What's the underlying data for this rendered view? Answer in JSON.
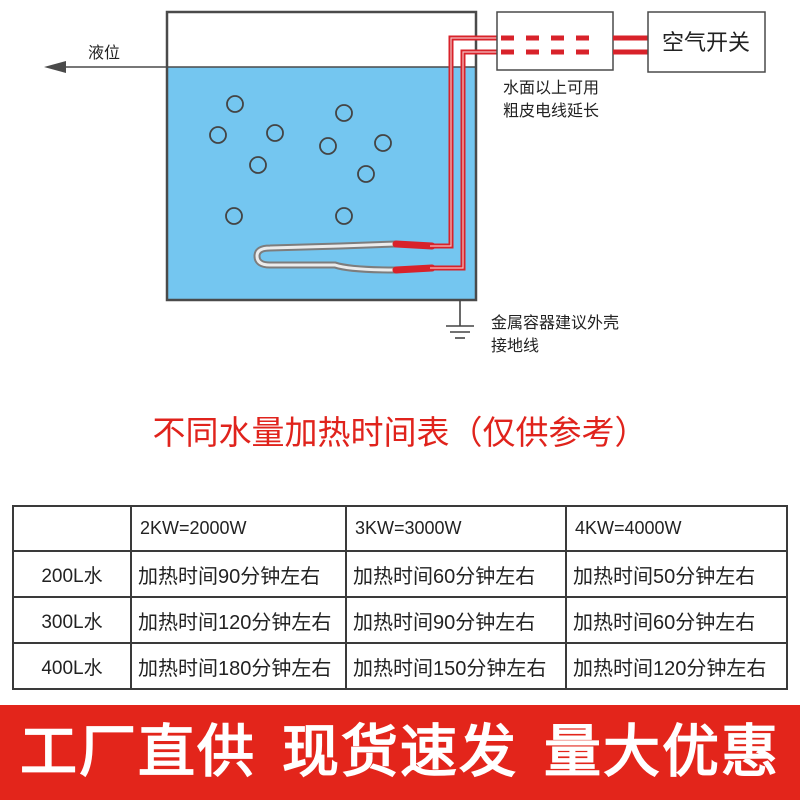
{
  "diagram": {
    "level_label": "液位",
    "extension_note": [
      "水面以上可用",
      "粗皮电线延长"
    ],
    "breaker_label": "空气开关",
    "ground_note": [
      "金属容器建议外壳",
      "接地线"
    ]
  },
  "title": "不同水量加热时间表（仅供参考）",
  "table": {
    "headers": [
      "2KW=2000W",
      "3KW=3000W",
      "4KW=4000W"
    ],
    "rows": [
      {
        "label": "200L水",
        "cells": [
          "加热时间90分钟左右",
          "加热时间60分钟左右",
          "加热时间50分钟左右"
        ]
      },
      {
        "label": "300L水",
        "cells": [
          "加热时间120分钟左右",
          "加热时间90分钟左右",
          "加热时间60分钟左右"
        ]
      },
      {
        "label": "400L水",
        "cells": [
          "加热时间180分钟左右",
          "加热时间150分钟左右",
          "加热时间120分钟左右"
        ]
      }
    ]
  },
  "banner": [
    "工厂直供",
    "现货速发",
    "量大优惠"
  ],
  "colors": {
    "accent_red": "#e0231c",
    "banner_red": "#e3251b",
    "water_blue": "#74c6f0",
    "wire_red": "#d8222a"
  }
}
